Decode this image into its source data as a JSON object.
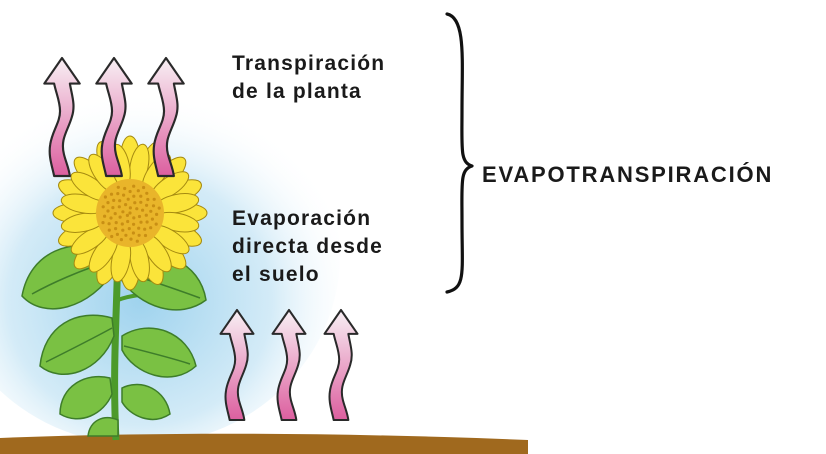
{
  "labels": {
    "transpiration": "Transpiración\nde la planta",
    "direct_evaporation": "Evaporación\ndirecta desde\nel suelo",
    "evapotranspiration": "EVAPOTRANSPIRACIÓN"
  },
  "colors": {
    "arrow_top": "#f8f0f4",
    "arrow_bottom": "#dc5f9f",
    "arrow_outline": "#2a2a2a",
    "sky_blue": "#9fd3ee",
    "petal": "#fbe43a",
    "petal_outline": "#a58a10",
    "flower_center": "#e9b52a",
    "leaf": "#7ac143",
    "leaf_dark": "#3e7d2a",
    "stem": "#4c9a2a",
    "soil": "#a0691e",
    "brace": "#111111"
  },
  "icons": {
    "plant": "sunflower-plant-icon",
    "vapor": "vapor-arrow-icon",
    "brace": "curly-brace-icon"
  }
}
